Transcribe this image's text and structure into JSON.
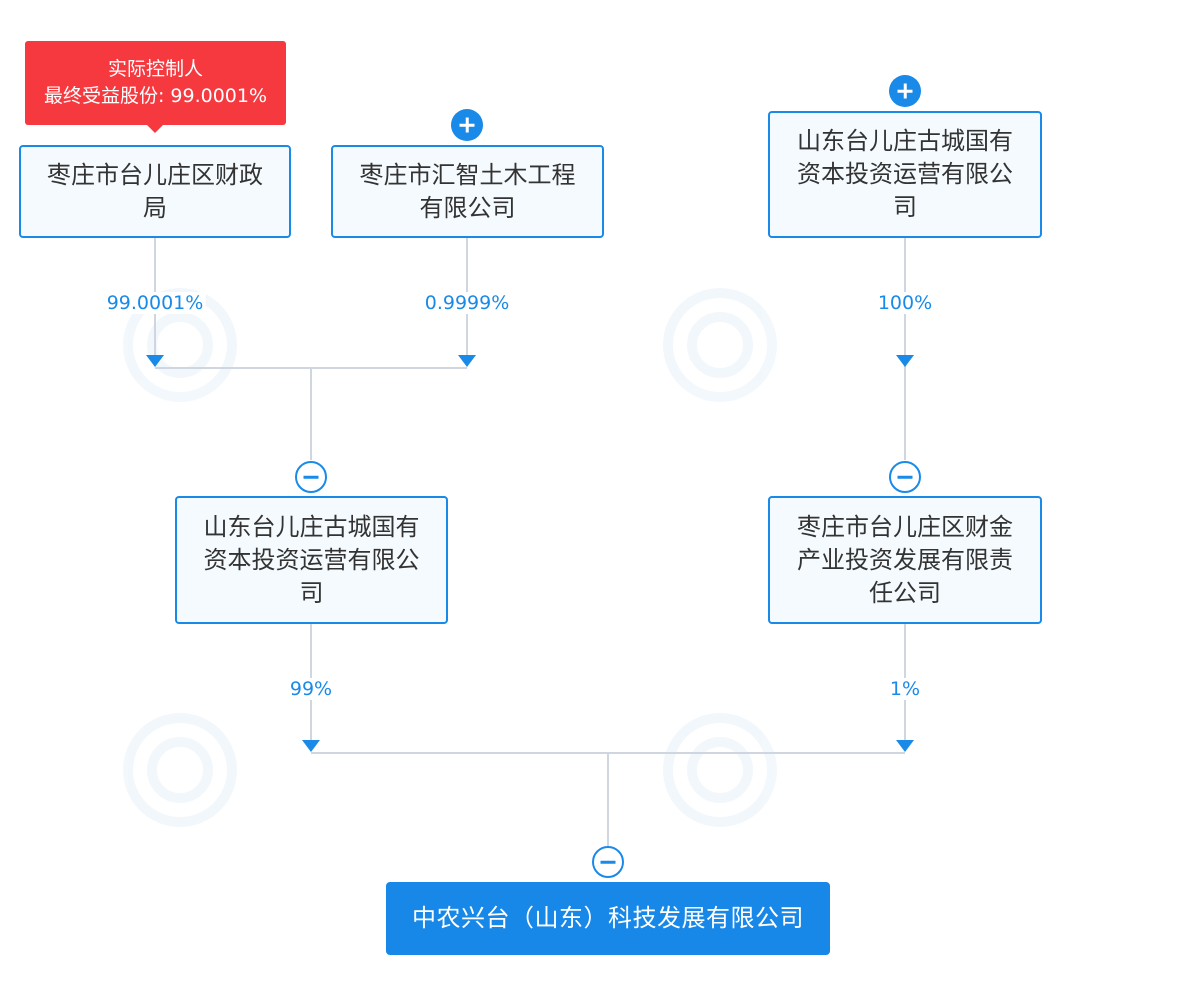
{
  "controller_tag": {
    "line1": "实际控制人",
    "line2": "最终受益股份: 99.0001%"
  },
  "nodes": {
    "finance_bureau": "枣庄市台儿庄区财政局",
    "huizhi": "枣庄市汇智土木工程有限公司",
    "gucheng_top": "山东台儿庄古城国有资本投资运营有限公司",
    "gucheng_mid": "山东台儿庄古城国有资本投资运营有限公司",
    "caijin": "枣庄市台儿庄区财金产业投资发展有限责任公司",
    "target": "中农兴台（山东）科技发展有限公司"
  },
  "edges": {
    "finance_bureau_to_gucheng_mid": "99.0001%",
    "huizhi_to_gucheng_mid": "0.9999%",
    "gucheng_top_to_caijin": "100%",
    "gucheng_mid_to_target": "99%",
    "caijin_to_target": "1%"
  },
  "colors": {
    "accent": "#1a8ae8",
    "node_fill": "#f4fafd",
    "target_fill": "#1888e8",
    "tag_fill": "#f5393f",
    "connector": "#cfd6df"
  },
  "icons": {
    "expand": "plus-circle-icon",
    "collapse": "minus-circle-icon",
    "watermark": "qcc-logo"
  }
}
